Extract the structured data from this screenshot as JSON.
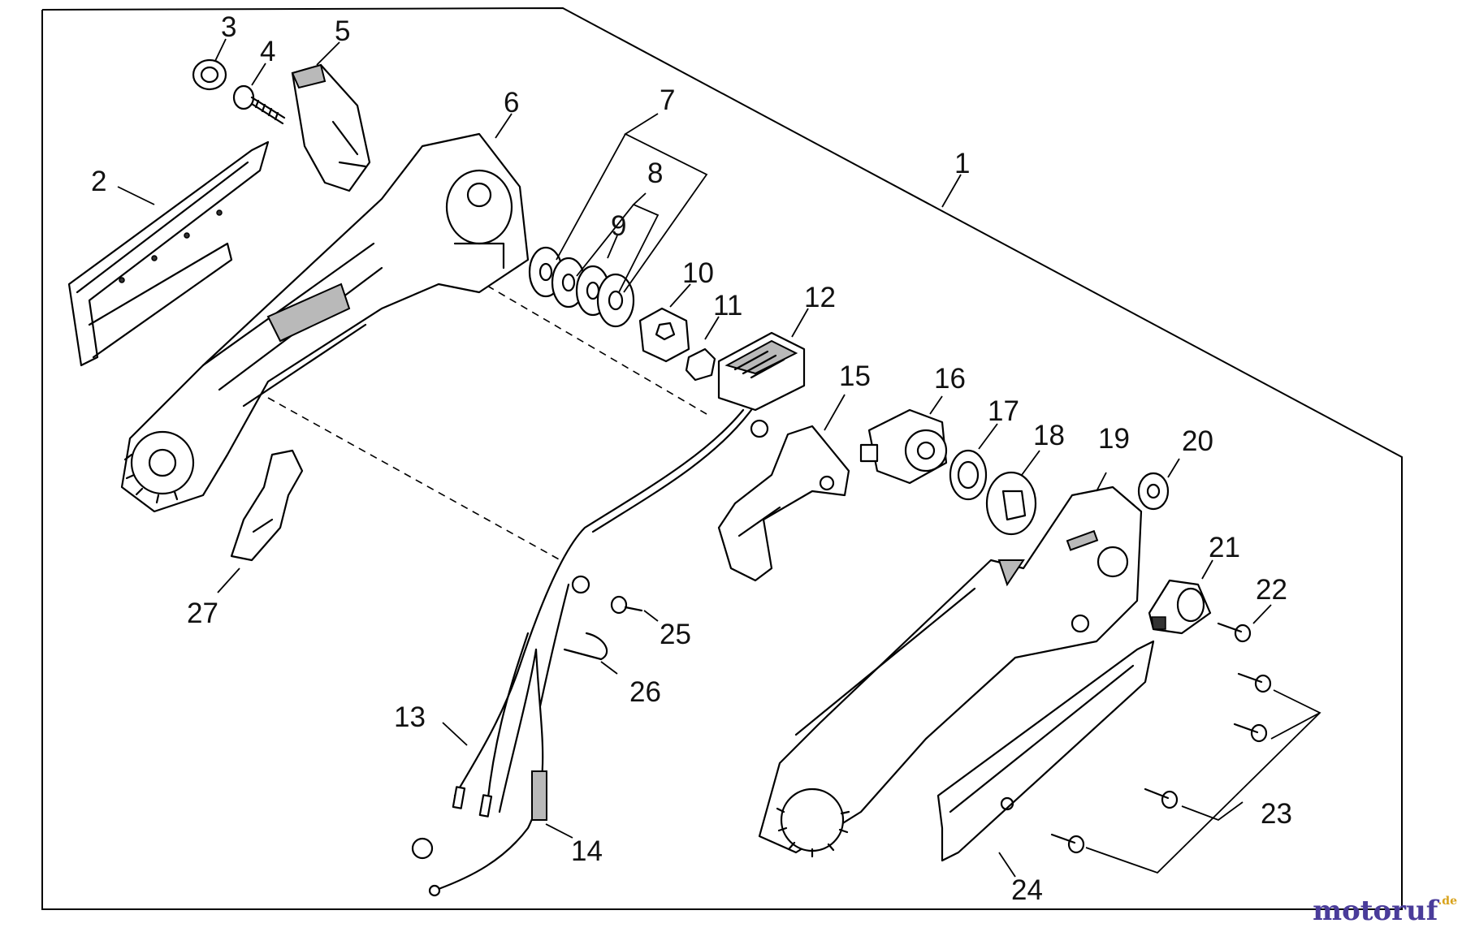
{
  "diagram": {
    "callouts": [
      "1",
      "2",
      "3",
      "4",
      "5",
      "6",
      "7",
      "8",
      "9",
      "10",
      "11",
      "12",
      "13",
      "14",
      "15",
      "16",
      "17",
      "18",
      "19",
      "20",
      "21",
      "22",
      "23",
      "24",
      "25",
      "26",
      "27"
    ]
  },
  "watermark": {
    "main": "motoruf",
    "tld": ".de"
  },
  "colors": {
    "line": "#000000",
    "shade": "#b9b9b9",
    "watermark_main": "#4a3c9a",
    "watermark_tld": "#d8a21a"
  }
}
